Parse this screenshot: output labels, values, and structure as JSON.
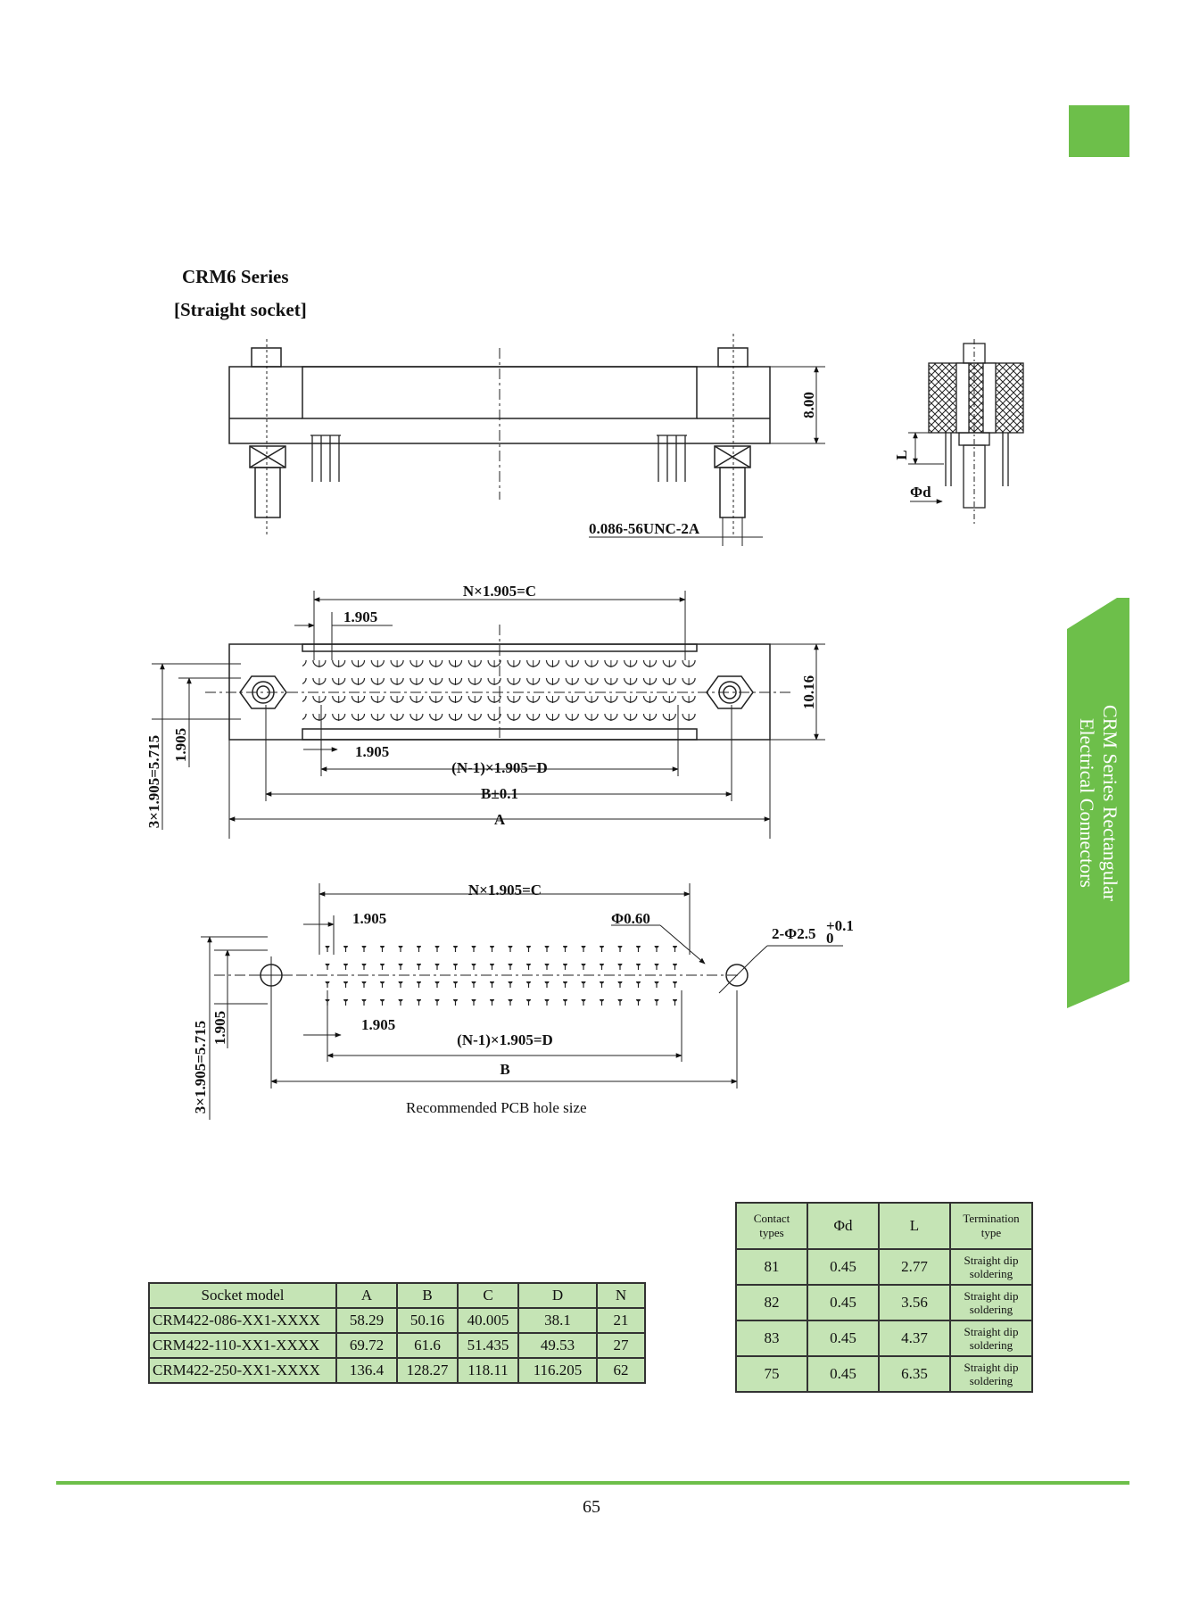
{
  "header": {
    "series": "CRM6 Series",
    "subtitle": "[Straight socket]"
  },
  "side_tab": {
    "line1": "CRM Series Rectangular",
    "line2": "Electrical Connectors",
    "color": "#6dbf4a"
  },
  "drawing_labels": {
    "height": "8.00",
    "L": "L",
    "phi_d": "Φd",
    "thread": "0.086-56UNC-2A",
    "nxc": "N×1.905=C",
    "pitch": "1.905",
    "width": "10.16",
    "row_span": "3×1.905=5.715",
    "nd": "(N-1)×1.905=D",
    "b_tol": "B±0.1",
    "a": "A",
    "phi060": "Φ0.60",
    "mount_hole": "2-Φ2.5",
    "mount_tol_upper": "+0.1",
    "mount_tol_lower": "0",
    "b": "B"
  },
  "pcb_caption": "Recommended PCB hole size",
  "socket_table": {
    "headers": [
      "Socket model",
      "A",
      "B",
      "C",
      "D",
      "N"
    ],
    "rows": [
      [
        "CRM422-086-XX1-XXXX",
        "58.29",
        "50.16",
        "40.005",
        "38.1",
        "21"
      ],
      [
        "CRM422-110-XX1-XXXX",
        "69.72",
        "61.6",
        "51.435",
        "49.53",
        "27"
      ],
      [
        "CRM422-250-XX1-XXXX",
        "136.4",
        "128.27",
        "118.11",
        "116.205",
        "62"
      ]
    ]
  },
  "contact_table": {
    "headers": [
      "Contact types",
      "Φd",
      "L",
      "Termination type"
    ],
    "rows": [
      [
        "81",
        "0.45",
        "2.77",
        "Straight dip soldering"
      ],
      [
        "82",
        "0.45",
        "3.56",
        "Straight dip soldering"
      ],
      [
        "83",
        "0.45",
        "4.37",
        "Straight dip soldering"
      ],
      [
        "75",
        "0.45",
        "6.35",
        "Straight dip soldering"
      ]
    ]
  },
  "page_number": "65",
  "colors": {
    "accent": "#6dbf4a",
    "table_fill": "#c5e4b5"
  }
}
